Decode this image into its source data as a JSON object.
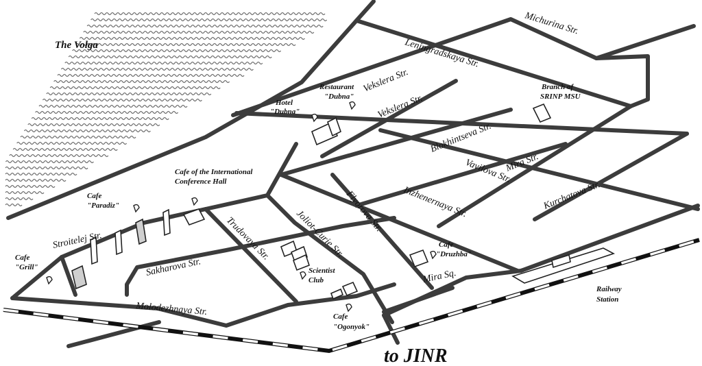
{
  "map": {
    "river_label": "The Volga",
    "direction_label": "to JINR",
    "streets": {
      "michurina": "Michurina Str.",
      "leningradskaya": "Leningradskaya Str.",
      "vekslera_1": "Vekslera Str.",
      "vekslera_2": "Vekslera Str.",
      "blokhintseva": "Blokhintseva Str.",
      "mira": "Mira Str.",
      "vavilova": "Vavilova Str.",
      "kurchatova": "Kurchatova Str.",
      "inzhenernaya": "Inzhenernaya Str.",
      "flyorova": "Flyorova Str.",
      "joliot_curie": "Joliot-Curie Str.",
      "trudovaya": "Trudovaya Str.",
      "stroitelej": "Stroitelej Str.",
      "sakharova": "Sakharova Str.",
      "molodezhnaya": "Molodezhnaya Str.",
      "mira_sq": "Mira Sq."
    },
    "places": {
      "hotel_line1": "Hotel",
      "hotel_line2": "\"Dubna\"",
      "restaurant_line1": "Restaurant",
      "restaurant_line2": "\"Dubna\"",
      "branch_line1": "Branch of",
      "branch_line2": "SRINP MSU",
      "conf_cafe_line1": "Cafe of the International",
      "conf_cafe_line2": "Conference Hall",
      "cafe_paradiz_line1": "Cafe",
      "cafe_paradiz_line2": "\"Paradiz\"",
      "cafe_grill_line1": "Cafe",
      "cafe_grill_line2": "\"Grill\"",
      "scientist_club_line1": "Scientist",
      "scientist_club_line2": "Club",
      "cafe_druzhba_line1": "Cafe",
      "cafe_druzhba_line2": "\"Druzhba\"",
      "cafe_ogonyok_line1": "Cafe",
      "cafe_ogonyok_line2": "\"Ogonyok\"",
      "railway_line1": "Railway",
      "railway_line2": "Station"
    }
  }
}
